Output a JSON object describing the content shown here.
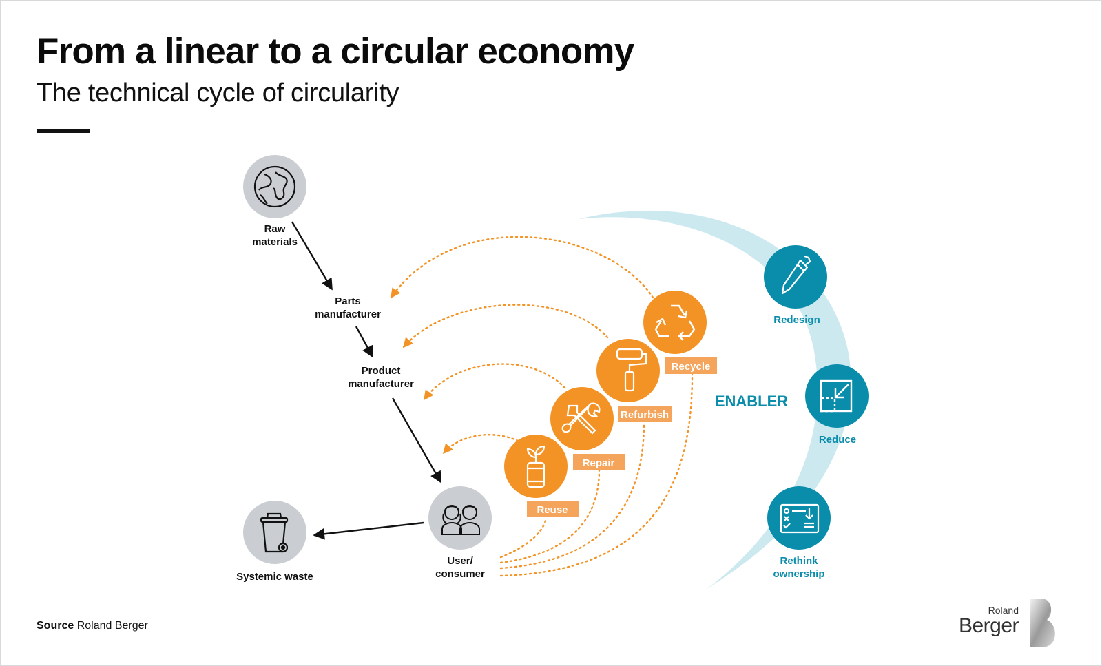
{
  "title": "From a linear to a circular economy",
  "subtitle": "The technical cycle of circularity",
  "colors": {
    "orange": "#f39325",
    "orange_label": "#f5a55b",
    "teal": "#0a8dab",
    "enabler_arc": "#cde9f0",
    "grey_node": "#cacdd1"
  },
  "linear_nodes": [
    {
      "id": "raw",
      "label": [
        "Raw",
        "materials"
      ],
      "icon": "globe-icon"
    },
    {
      "id": "parts",
      "label": [
        "Parts",
        "manufacturer"
      ]
    },
    {
      "id": "product",
      "label": [
        "Product",
        "manufacturer"
      ]
    },
    {
      "id": "user",
      "label": [
        "User/",
        "consumer"
      ],
      "icon": "people-icon"
    },
    {
      "id": "waste",
      "label": [
        "Systemic waste"
      ],
      "icon": "trash-bin-icon"
    }
  ],
  "cycle_nodes": [
    {
      "id": "reuse",
      "label": "Reuse",
      "icon": "can-sprout-icon"
    },
    {
      "id": "repair",
      "label": "Repair",
      "icon": "wrench-screwdriver-icon"
    },
    {
      "id": "refurbish",
      "label": "Refurbish",
      "icon": "paint-roller-icon"
    },
    {
      "id": "recycle",
      "label": "Recycle",
      "icon": "recycle-icon"
    }
  ],
  "enabler": {
    "label": "ENABLER",
    "items": [
      {
        "id": "redesign",
        "label": [
          "Redesign"
        ],
        "icon": "pen-icon"
      },
      {
        "id": "reduce",
        "label": [
          "Reduce"
        ],
        "icon": "shrink-arrow-icon"
      },
      {
        "id": "rethink",
        "label": [
          "Rethink",
          "ownership"
        ],
        "icon": "checklist-board-icon"
      }
    ]
  },
  "source": {
    "prefix": "Source",
    "text": "Roland Berger"
  },
  "logo": {
    "line1": "Roland",
    "line2": "Berger"
  }
}
